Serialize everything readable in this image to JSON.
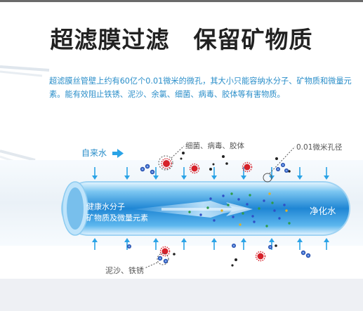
{
  "headline": "超滤膜过滤　保留矿物质",
  "description": "超滤膜丝管壁上约有60亿个0.01微米的微孔，其大小只能容纳水分子、矿物质和微量元素。能有效阻止铁锈、泥沙、余氯、细菌、病毒、胶体等有害物质。",
  "labels": {
    "inlet": "自来水",
    "bacteria": "细菌、病毒、胶体",
    "pore": "0.01微米孔径",
    "healthy_line1": "健康水分子",
    "healthy_line2": "矿物质及微量元素",
    "output": "净化水",
    "sediment": "泥沙、铁锈"
  },
  "colors": {
    "text_blue": "#2a8ec9",
    "arrow_blue": "#2aa3e6",
    "tube_blue": "#1f86d4",
    "contaminant_red": "#d6212a"
  }
}
